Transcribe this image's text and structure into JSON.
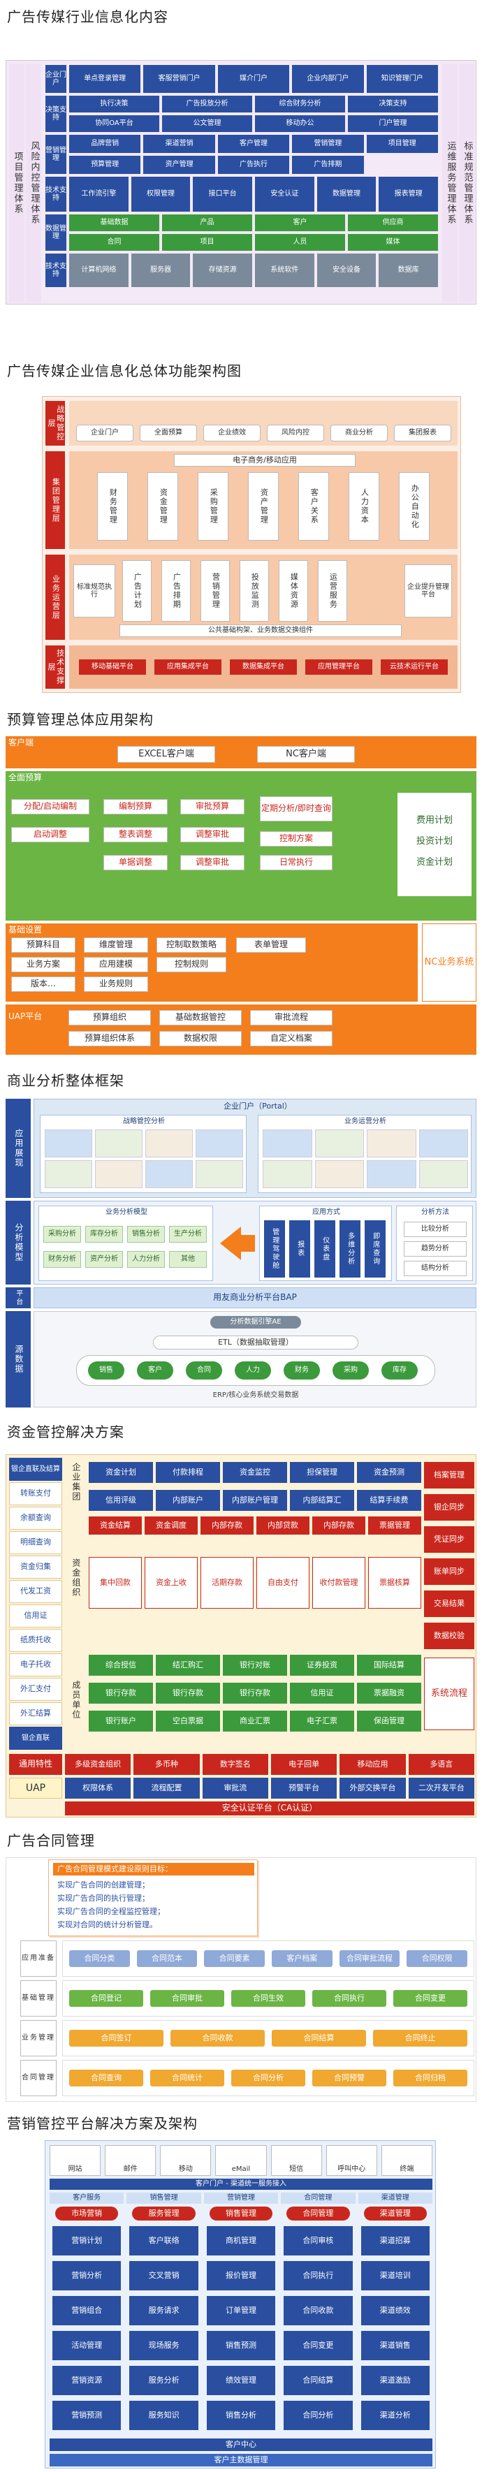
{
  "s1": {
    "title": "广告传媒行业信息化内容",
    "left_vertical": "项目管理体系",
    "left_vertical2": "风险内控管理体系",
    "right_vertical": "标准规范管理体系",
    "right_vertical2": "运维服务管理体系",
    "rows": [
      {
        "label": "企业门户",
        "items": [
          "单点登录管理",
          "客服营销门户",
          "媒介门户",
          "企业内部门户",
          "知识管理门户"
        ]
      },
      {
        "label": "决策支持",
        "items": [
          "执行决策",
          "广告投放分析",
          "综合财务分析",
          "决策支持",
          "协同OA平台",
          "公文管理",
          "移动办公",
          "门户管理"
        ]
      },
      {
        "label": "营销管理",
        "items": [
          "品牌营销",
          "渠道营销",
          "客户管理",
          "营销管理",
          "项目管理",
          "预算管理",
          "资产管理",
          "广告执行",
          "广告排期"
        ]
      },
      {
        "label": "技术支持",
        "items": [
          "工作流引擎",
          "权限管理",
          "接口平台",
          "安全认证",
          "数据管理",
          "报表管理"
        ]
      },
      {
        "label": "数据管理",
        "items": [
          "基础数据",
          "产品",
          "客户",
          "供应商",
          "合同",
          "项目",
          "人员",
          "媒体"
        ]
      },
      {
        "label": "技术支持",
        "items": [
          "计算机网络",
          "服务器",
          "存储资源",
          "系统软件",
          "安全设备",
          "数据库"
        ]
      }
    ]
  },
  "s2": {
    "title": "广告传媒企业信息化总体功能架构图",
    "layers": [
      "战略管控层",
      "集团管理层",
      "业务运营层",
      "技术支撑层"
    ],
    "top_items": [
      "企业门户",
      "全面预算",
      "企业绩效",
      "风险内控",
      "商业分析",
      "集团报表"
    ],
    "mgmt_header": "电子商务/移动应用",
    "mgmt_items": [
      "财务管理",
      "资金管理",
      "采购管理",
      "资产管理",
      "客户关系",
      "人力资本",
      "办公自动化"
    ],
    "ops_left": "标准规范执行",
    "ops_items": [
      "广告计划",
      "广告排期",
      "营销管理",
      "投放监测",
      "媒体资源",
      "运营服务"
    ],
    "ops_right": "企业提升管理平台",
    "ops_footer": "公共基础构架、业务数据交换组件",
    "tech_items": [
      "移动基础平台",
      "应用集成平台",
      "数据集成平台",
      "应用管理平台",
      "云技术运行平台"
    ]
  },
  "s3": {
    "title": "预算管理总体应用架构",
    "client_label": "客户端",
    "clients": [
      "EXCEL客户端",
      "NC客户端"
    ],
    "budget_label": "全面预算",
    "budget_items": [
      "分配/启动编制",
      "编制预算",
      "审批预算",
      "定期分析/即时查询",
      "启动调整",
      "整表调整",
      "调整审批",
      "控制方案",
      "单据调整",
      "调整审批",
      "日常执行"
    ],
    "right_items": [
      "费用计划",
      "投资计划",
      "资金计划"
    ],
    "base_label": "基础设置",
    "base_items": [
      "预算科目",
      "维度管理",
      "控制取数策略",
      "表单管理",
      "业务方案",
      "应用建模",
      "控制规则",
      "版本…",
      "业务规则"
    ],
    "nc_label": "NC业务系统",
    "uap_label": "UAP平台",
    "uap_items": [
      "预算组织",
      "基础数据管控",
      "审批流程",
      "预算组织体系",
      "数据权限",
      "自定义档案"
    ]
  },
  "s4": {
    "title": "商业分析整体框架",
    "layers": [
      "应用展现",
      "分析模型",
      "平台",
      "源数据"
    ],
    "portal": "企业门户（Portal）",
    "screen1": "战略管控分析",
    "screen2": "业务运营分析",
    "model_title": "业务分析模型",
    "models": [
      "采购分析",
      "库存分析",
      "销售分析",
      "生产分析",
      "财务分析",
      "资产分析",
      "人力分析",
      "其他"
    ],
    "app_title": "应用方式",
    "apps": [
      "管理驾驶舱",
      "报表",
      "仪表盘",
      "多维分析",
      "即席查询"
    ],
    "methods_title": "分析方法",
    "methods": [
      "比较分析",
      "趋势分析",
      "结构分析"
    ],
    "platform": "用友商业分析平台BAP",
    "data_engine": "分析数据引擎AE",
    "etl": "ETL（数据抽取管理）",
    "sources": [
      "销售",
      "客户",
      "合同",
      "人力",
      "财务",
      "采购",
      "库存"
    ],
    "src_caption": "ERP/核心业务系统交易数据"
  },
  "s5": {
    "title": "资金管控解决方案",
    "left": [
      "银企直联及结算",
      "转账支付",
      "余额查询",
      "明细查询",
      "资金归集",
      "代发工资",
      "信用证",
      "纸质托收",
      "电子托收",
      "外汇支付",
      "外汇结算",
      "银企直联"
    ],
    "groups": [
      "企业集团",
      "资金组织",
      "成员单位"
    ],
    "top_row": [
      "资金计划",
      "付款排程",
      "资金监控",
      "担保管理",
      "资金预测"
    ],
    "mid_row": [
      "信用评级",
      "内部账户",
      "内部账户管理",
      "内部结算汇",
      "结算手续费"
    ],
    "center": [
      "资金结算",
      "资金调度",
      "内部存款",
      "内部贷款",
      "内部存款",
      "票据管理",
      "集中回款",
      "资金上收",
      "活期存款",
      "自由支付",
      "收付款管理",
      "票据核算"
    ],
    "lower_row": [
      "综合授信",
      "结汇购汇",
      "银行对账",
      "证券投资",
      "国际结算"
    ],
    "bottom_row": [
      "银行存款",
      "银行存款",
      "银行存款",
      "信用证",
      "票据融资"
    ],
    "last_row": [
      "银行账户",
      "空白票据",
      "商业汇票",
      "电子汇票",
      "保函管理"
    ],
    "right": [
      "档案管理",
      "银企同步",
      "凭证同步",
      "账单同步",
      "交易结果",
      "数据校验"
    ],
    "right_label": "系统流程",
    "general_label": "通用特性",
    "general": [
      "多级资金组织",
      "多币种",
      "数字签名",
      "电子回单",
      "移动应用",
      "多语言"
    ],
    "uap_label": "UAP",
    "uap": [
      "权限体系",
      "流程配置",
      "审批流",
      "预警平台",
      "外部交换平台",
      "二次开发平台"
    ],
    "cert": "安全认证平台（CA认证）"
  },
  "s6": {
    "title": "广告合同管理",
    "header": "广告合同管理模式建设原则目标：",
    "goals": [
      "实现广告合同的创建管理；",
      "实现广告合同的执行管理；",
      "实现广告合同的全程监控管理；",
      "实现对合同的统计分析管理。"
    ],
    "layers": [
      "应用准备",
      "基础管理",
      "业务管理",
      "合同管理"
    ],
    "row1": [
      "合同分类",
      "合同范本",
      "合同要素",
      "客户档案",
      "合同审批流程",
      "合同权限"
    ],
    "row2": [
      "合同登记",
      "合同审批",
      "合同生效",
      "合同执行",
      "合同变更"
    ],
    "row3": [
      "合同签订",
      "合同收款",
      "合同结算",
      "合同终止"
    ],
    "row4": [
      "合同查询",
      "合同统计",
      "合同分析",
      "合同预警",
      "合同归档"
    ]
  },
  "s7": {
    "title": "营销管控平台解决方案及架构",
    "channels": [
      "网站",
      "邮件",
      "移动",
      "eMail",
      "短信",
      "呼叫中心",
      "终端"
    ],
    "portal_bar": "客户门户 - 渠道统一服务接入",
    "units": [
      "客户服务",
      "销售管理",
      "营销管理",
      "合同管理",
      "渠道管理"
    ],
    "columns": [
      {
        "title": "市场营销",
        "items": [
          "营销计划",
          "营销分析",
          "营销组合",
          "活动管理",
          "营销资源",
          "营销预测"
        ]
      },
      {
        "title": "服务管理",
        "items": [
          "客户联络",
          "交叉营销",
          "服务请求",
          "现场服务",
          "服务分析",
          "服务知识"
        ]
      },
      {
        "title": "销售管理",
        "items": [
          "商机管理",
          "报价管理",
          "订单管理",
          "销售预测",
          "绩效管理",
          "销售分析"
        ]
      },
      {
        "title": "合同管理",
        "items": [
          "合同审核",
          "合同执行",
          "合同收款",
          "合同变更",
          "合同结算",
          "合同分析"
        ]
      },
      {
        "title": "渠道管理",
        "items": [
          "渠道招募",
          "渠道培训",
          "渠道绩效",
          "渠道销售",
          "渠道激励",
          "渠道分析"
        ]
      }
    ],
    "bottom1": "客户中心",
    "bottom2": "客户主数据管理"
  }
}
